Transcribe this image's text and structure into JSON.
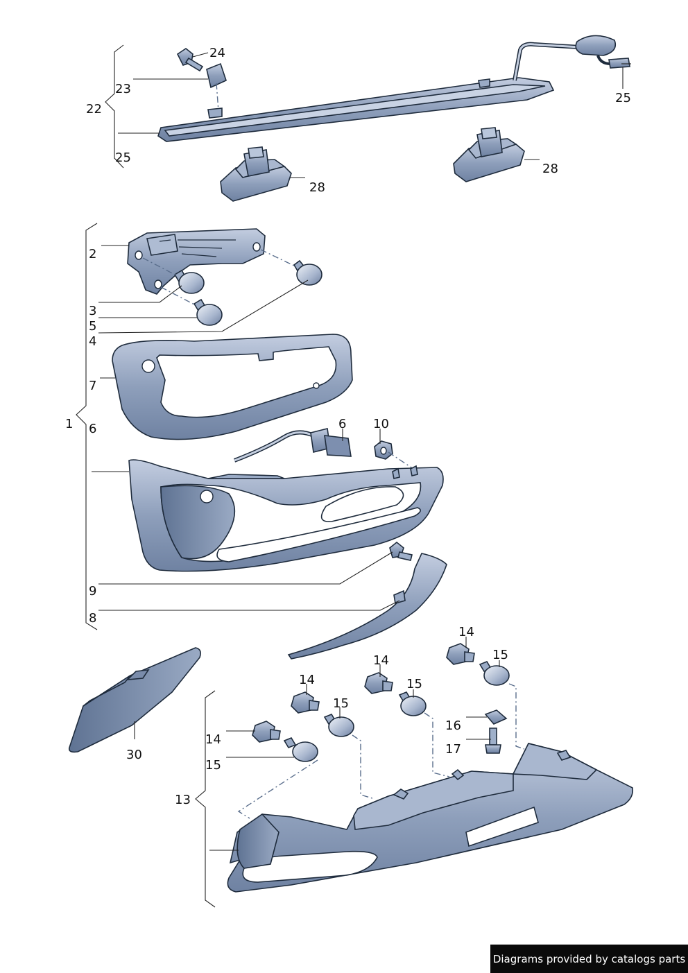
{
  "callouts": {
    "c24": "24",
    "c23": "23",
    "c22": "22",
    "c25a": "25",
    "c25b": "25",
    "c28a": "28",
    "c28b": "28",
    "c2": "2",
    "c3": "3",
    "c5": "5",
    "c4": "4",
    "c7": "7",
    "c1": "1",
    "c6a": "6",
    "c6b": "6",
    "c10": "10",
    "c9": "9",
    "c8": "8",
    "c30": "30",
    "c14a": "14",
    "c14b": "14",
    "c14c": "14",
    "c14d": "14",
    "c15a": "15",
    "c15b": "15",
    "c15c": "15",
    "c15d": "15",
    "c16": "16",
    "c17": "17",
    "c13": "13"
  },
  "footer": {
    "credit": "Diagrams provided by catalogs parts"
  },
  "colors": {
    "part_fill": "#8e9fbb",
    "part_fill_dark": "#6f82a2",
    "part_light": "#c7d2e3",
    "outline": "#1e2b3c"
  }
}
